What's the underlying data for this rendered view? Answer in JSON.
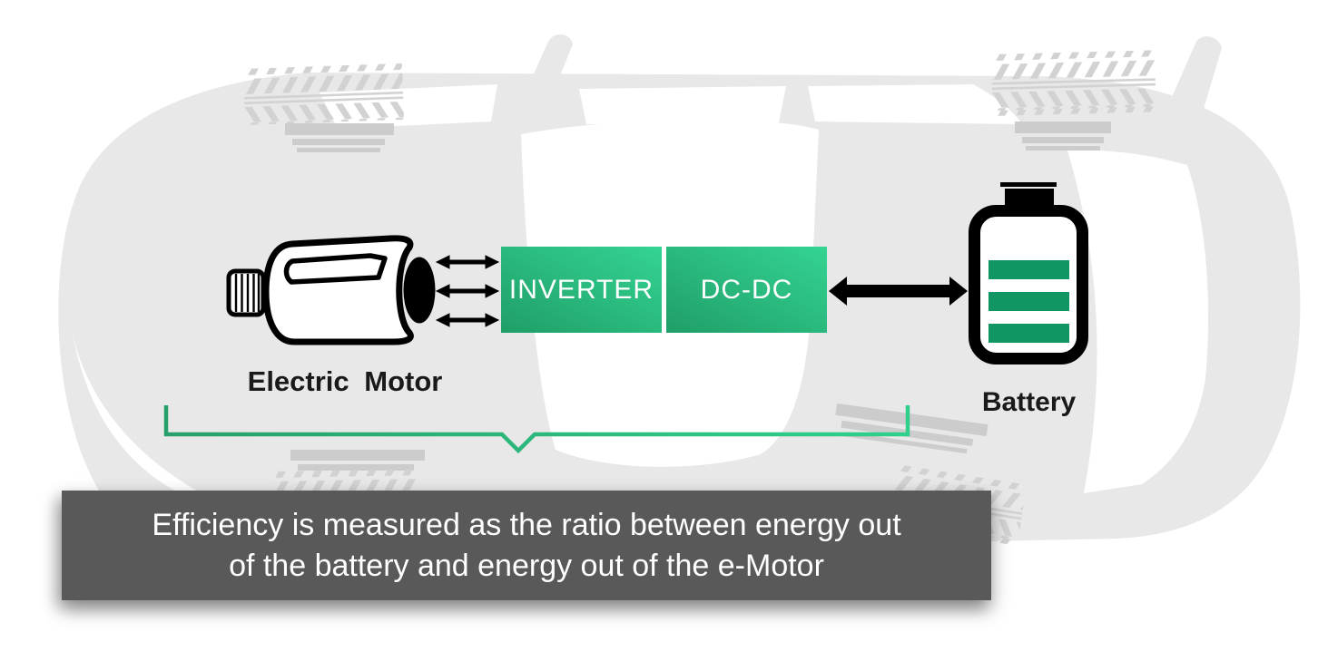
{
  "background": {
    "canvas_color": "#ffffff",
    "car_color": "#e8e8e8",
    "car_detail_color": "#cccccc",
    "tread_color": "#d2d2d2",
    "window_cutout_color": "#ffffff"
  },
  "diagram": {
    "motor_label": "Electric Motor",
    "inverter_label": "INVERTER",
    "dcdc_label": "DC-DC",
    "battery_label": "Battery",
    "colors": {
      "box_gradient_dark": "#1f9e68",
      "box_gradient_light": "#34d493",
      "battery_bar_green": "#0f9663",
      "bracket_green_dark": "#28a06c",
      "bracket_green_light": "#2fd08c",
      "line_black": "#000000",
      "label_text": "#1a1a1a",
      "box_text": "#ffffff"
    }
  },
  "caption": {
    "line1": "Efficiency is measured as the ratio between energy out",
    "line2": "of the battery and energy out of the e-Motor",
    "bg_color": "#595959",
    "text_color": "#ffffff"
  }
}
